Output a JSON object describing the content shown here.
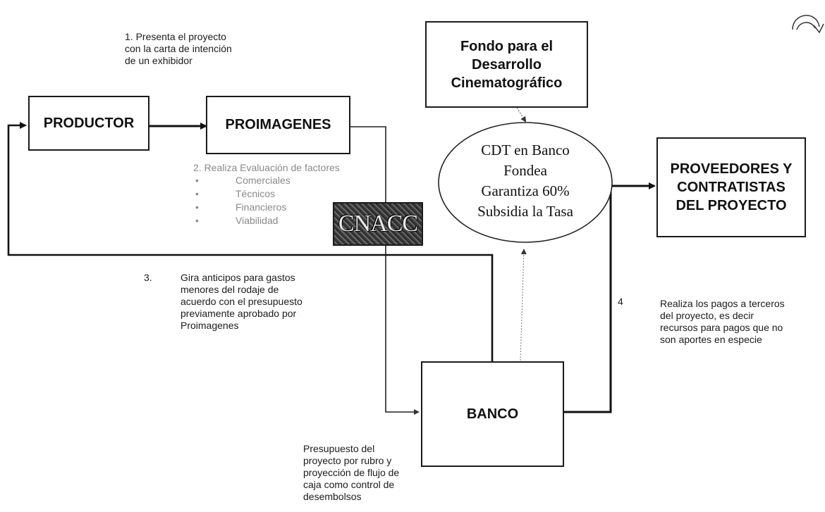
{
  "nodes": {
    "productor": "PRODUCTOR",
    "proimagenes": "PROIMAGENES",
    "fondo": [
      "Fondo para el",
      "Desarrollo",
      "Cinematográfico"
    ],
    "cdt": [
      "CDT en Banco",
      "Fondea",
      "Garantiza 60%",
      "Subsidia la Tasa"
    ],
    "proveedores": [
      "PROVEEDORES Y",
      "CONTRATISTAS",
      "DEL PROYECTO"
    ],
    "banco": "BANCO",
    "logo": "CNACC"
  },
  "step1": [
    "1. Presenta el proyecto",
    "con la carta de intención",
    "de un exhibidor"
  ],
  "step2": {
    "title": "2. Realiza Evaluación de factores",
    "factors": [
      "Comerciales",
      "Técnicos",
      "Financieros",
      "Viabilidad"
    ],
    "bullet": "•"
  },
  "step3": {
    "number": "3.",
    "lines": [
      "Gira anticipos para gastos",
      "menores del rodaje de",
      "acuerdo con el presupuesto",
      "previamente aprobado por",
      "Proimagenes"
    ]
  },
  "step4": {
    "number": "4",
    "lines": [
      "Realiza los pagos a terceros",
      "del proyecto, es decir",
      "recursos para pagos que no",
      "son aportes en especie"
    ]
  },
  "banco_note": [
    "Presupuesto del",
    "proyecto por rubro y",
    "proyección de flujo de",
    "caja como control de",
    "desembolsos"
  ],
  "icons": {
    "redo": "redo-arrow-icon"
  }
}
